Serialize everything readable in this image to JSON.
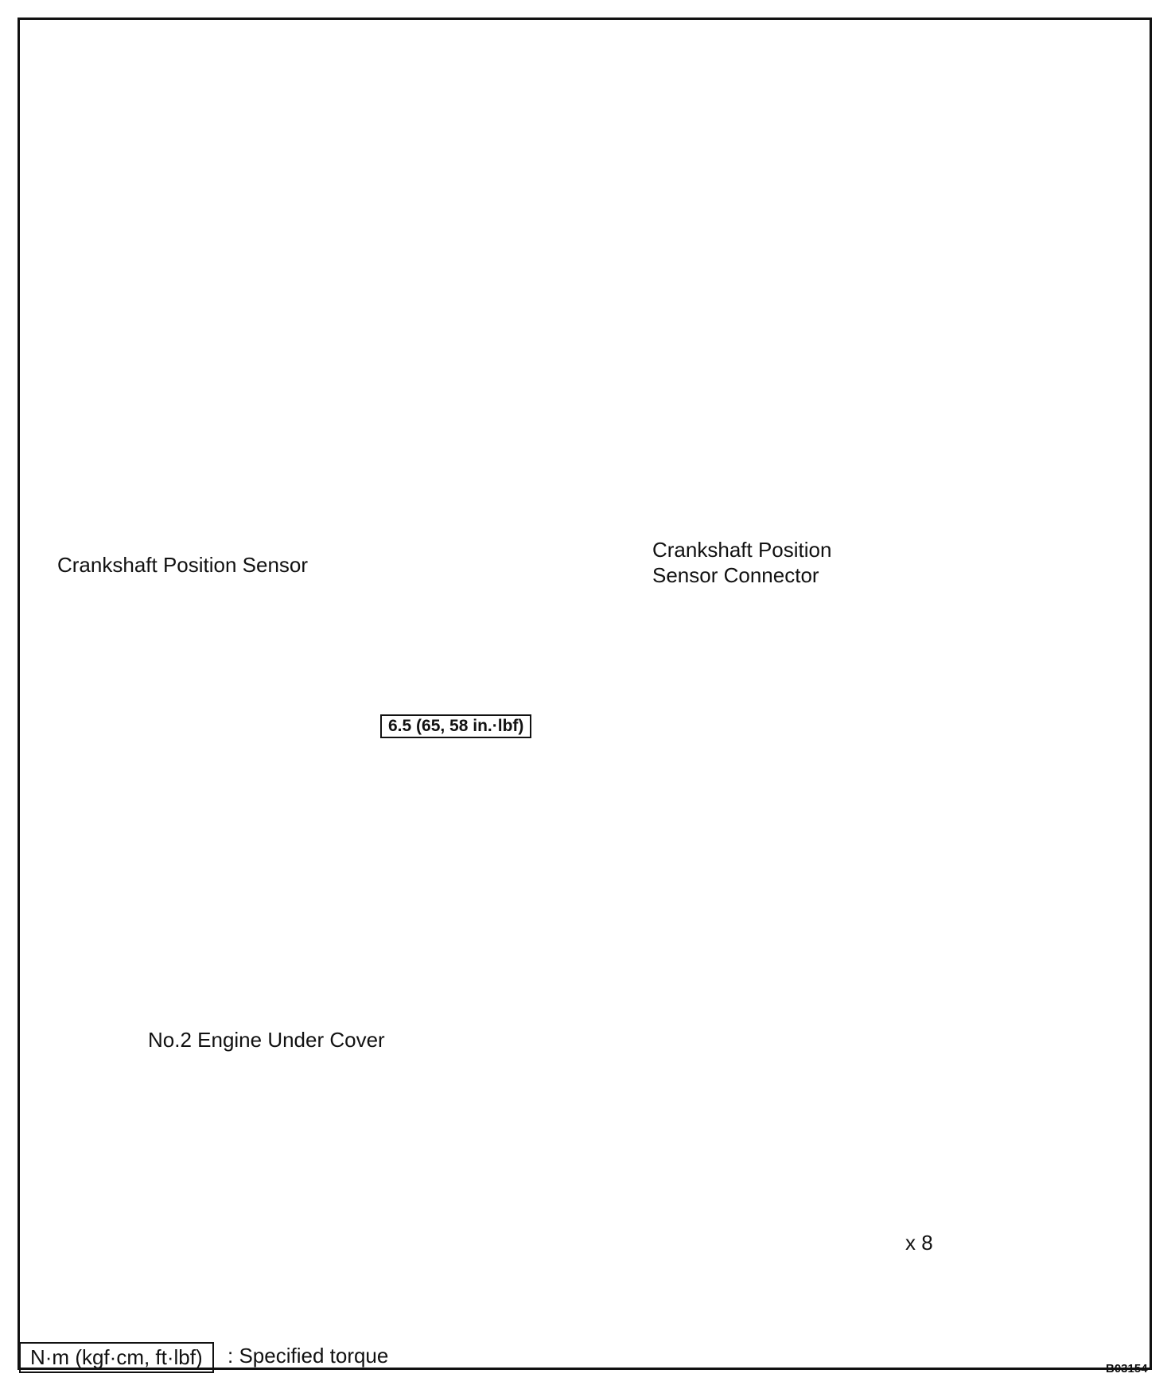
{
  "labels": {
    "crank_sensor": "Crankshaft Position Sensor",
    "crank_connector_line1": "Crankshaft Position",
    "crank_connector_line2": "Sensor Connector",
    "torque_value": "6.5 (65, 58 in.·lbf)",
    "under_cover": "No.2 Engine Under Cover",
    "bolt_qty": "x 8"
  },
  "legend": {
    "unit": "N·m (kgf·cm, ft·lbf)",
    "desc": ": Specified torque"
  },
  "figure_code": "B03154"
}
